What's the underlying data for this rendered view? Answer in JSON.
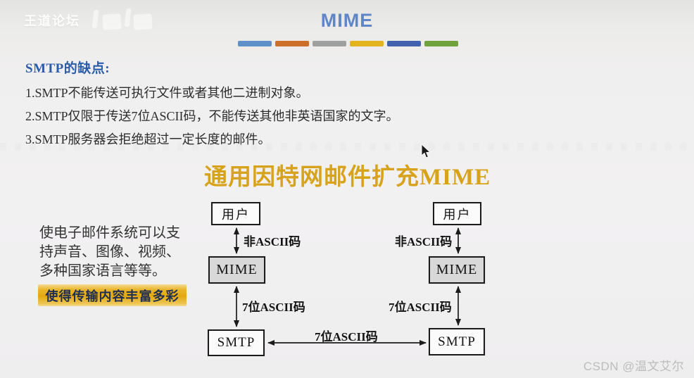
{
  "watermarks": {
    "top_left": "王道论坛",
    "bottom_right": "CSDN @温文艾尔"
  },
  "header": {
    "title": "MIME",
    "bar_colors": [
      "#6090c8",
      "#cc7029",
      "#9fa0a0",
      "#e3b320",
      "#4262b0",
      "#6fa23d"
    ]
  },
  "smtp_section": {
    "heading": "SMTP的缺点:",
    "points": [
      "1.SMTP不能传送可执行文件或者其他二进制对象。",
      "2.SMTP仅限于传送7位ASCII码，不能传送其他非英语国家的文字。",
      "3.SMTP服务器会拒绝超过一定长度的邮件。"
    ]
  },
  "mime_section": {
    "title": "通用因特网邮件扩充MIME",
    "support_lines": [
      "使电子邮件系统可以支",
      "持声音、图像、视频、",
      "多种国家语言等等。"
    ],
    "highlight": "使得传输内容丰富多彩"
  },
  "diagram": {
    "left_column": {
      "user": "用户",
      "mime": "MIME",
      "smtp": "SMTP",
      "non_ascii_label": "非ASCII码",
      "ascii7_label": "7位ASCII码"
    },
    "right_column": {
      "user": "用户",
      "mime": "MIME",
      "smtp": "SMTP",
      "non_ascii_label": "非ASCII码",
      "ascii7_label": "7位ASCII码"
    },
    "middle_label": "7位ASCII码"
  },
  "icons": {
    "top_left_logo": "bilibili-logo",
    "cursor": "mouse-cursor"
  },
  "colors": {
    "title_blue": "#5f86c6",
    "heading_blue": "#2b5ca8",
    "gold_title": "#d7a31c",
    "highlight_bg": "#e7ae17",
    "highlight_text": "#1e2e55",
    "mime_box_gray": "#d8d8d8"
  }
}
